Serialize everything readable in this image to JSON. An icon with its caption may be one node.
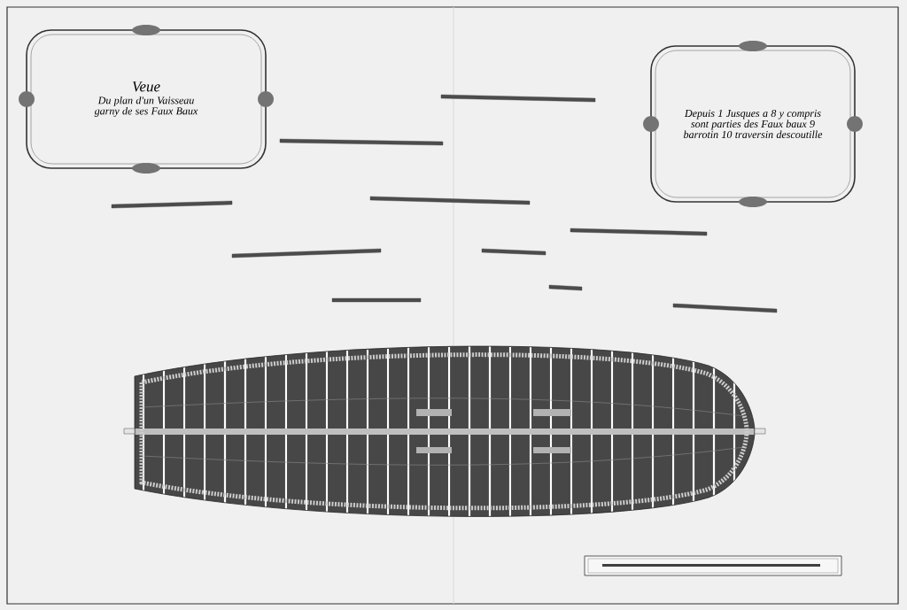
{
  "diagram": {
    "nodes": [
      {
        "text": [
          "Veue",
          "Du plan d'un Vaisseau garny de ses Faux Baux"
        ]
      },
      {
        "text": [
          "Depuis 1 Jusques a 8 y compris sont parties des Faux baux 9 barrotin 10 traversin descoutille"
        ]
      }
    ]
  }
}
